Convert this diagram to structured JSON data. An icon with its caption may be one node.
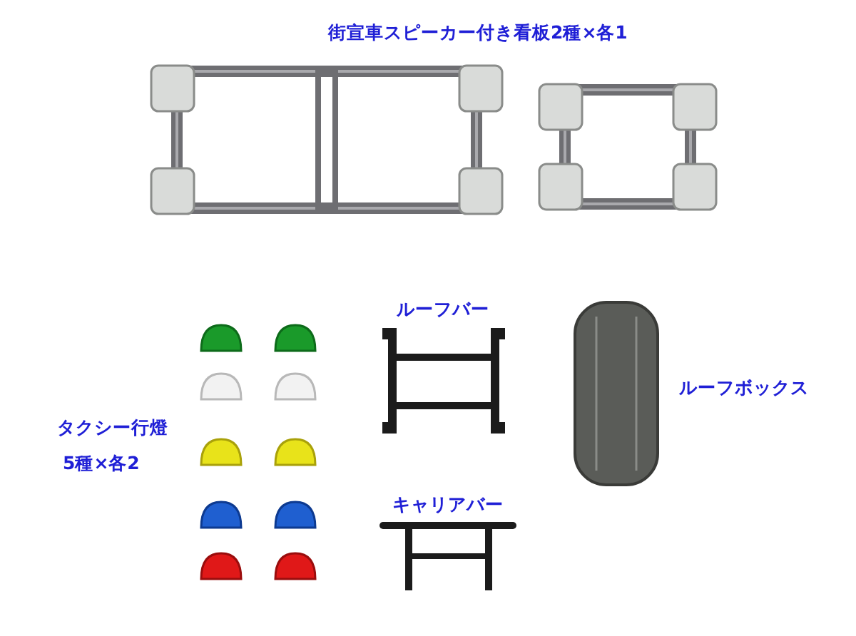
{
  "diagram": {
    "labels": [
      "街宣車スピーカー付き看板2種×各1",
      "ルーフバー",
      "ルーフボックス",
      "タクシー行燈",
      "5種×各2",
      "キャリアバー"
    ]
  }
}
